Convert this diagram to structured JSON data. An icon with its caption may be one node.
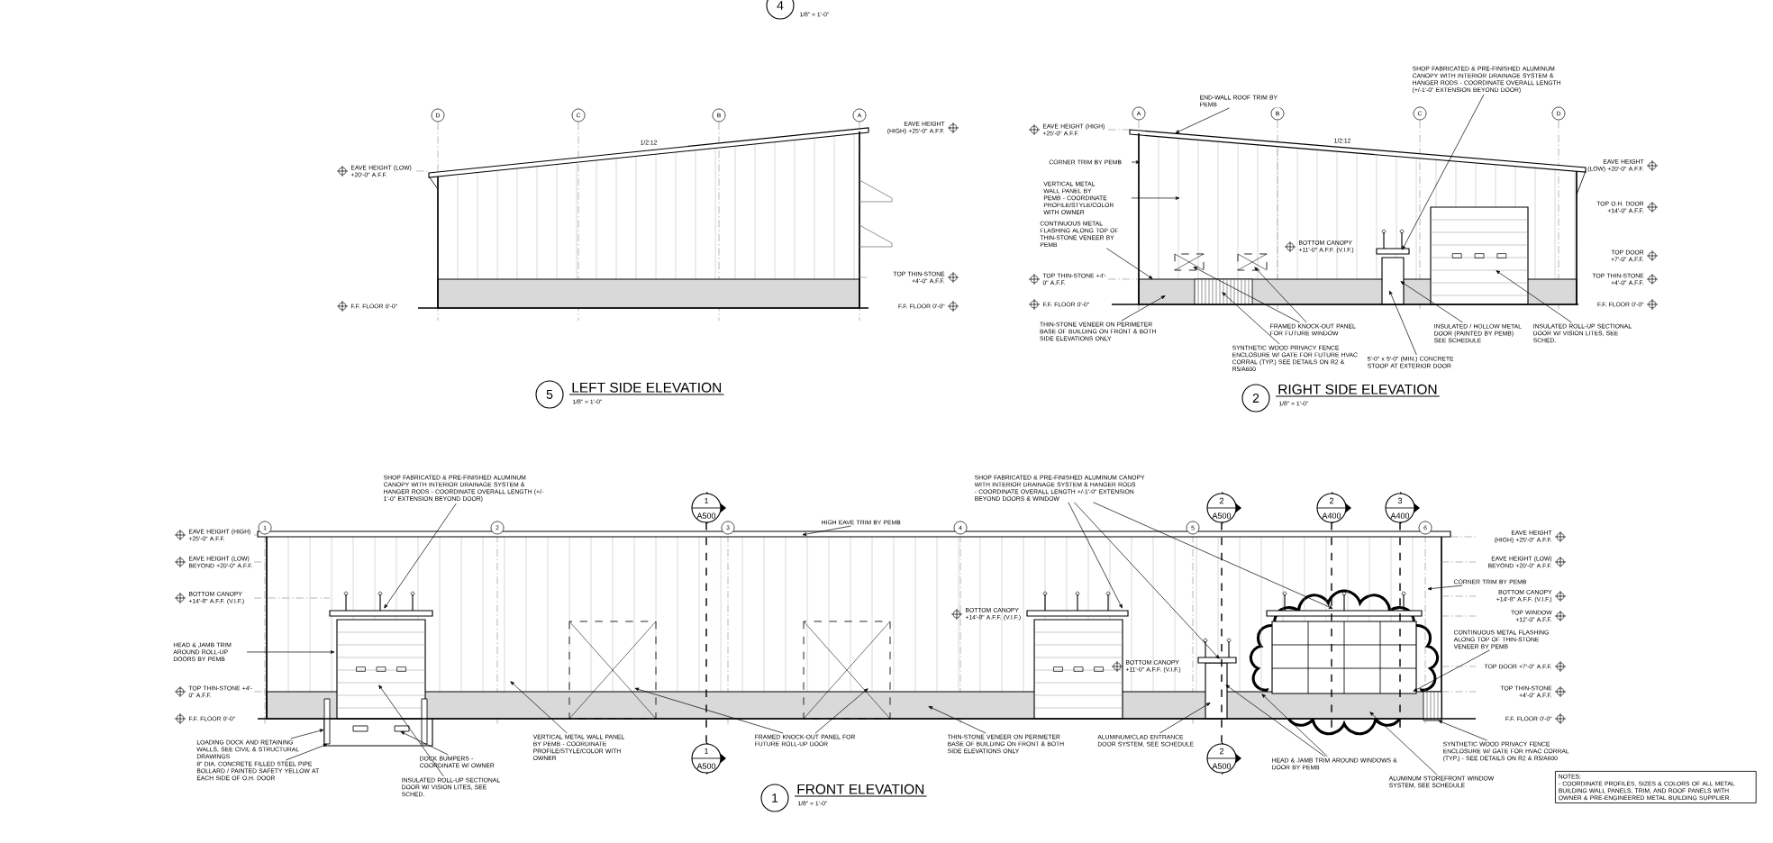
{
  "diagram": {
    "nodes": [
      {
        "text": [
          "END-WALL ROOF TRIM BY PEMB"
        ]
      },
      {
        "text": [
          "SHOP FABRICATED & PRE-FINISHED ALUMINUM CANOPY WITH INTERIOR DRAINAGE SYSTEM & HANGER RODS - COORDINATE OVERALL LENGTH (+/-1'-0\" EXTENSION BEYOND DOOR)"
        ]
      },
      {
        "text": [
          "CORNER TRIM BY PEMB"
        ]
      },
      {
        "text": [
          "VERTICAL METAL WALL PANEL BY PEMB - COORDINATE PROFILE/STYLE/COLOR WITH OWNER"
        ]
      },
      {
        "text": [
          "CONTINUOUS METAL FLASHING ALONG TOP OF THIN-STONE VENEER BY PEMB"
        ]
      },
      {
        "text": [
          "THIN-STONE VENEER ON PERIMETER BASE OF BUILDING ON FRONT & BOTH SIDE ELEVATIONS ONLY"
        ]
      },
      {
        "text": [
          "FRAMED KNOCK-OUT PANEL FOR FUTURE WINDOW"
        ]
      },
      {
        "text": [
          "SYNTHETIC WOOD PRIVACY FENCE ENCLOSURE W/ GATE FOR FUTURE HVAC CORRAL (TYP.) SEE DETAILS ON R2 & R5/A600"
        ]
      },
      {
        "text": [
          "INSULATED / HOLLOW METAL DOOR (PAINTED BY PEMB) SEE SCHEDULE"
        ]
      },
      {
        "text": [
          "5'-0\" x 5'-0\" (MIN.) CONCRETE STOOP AT EXTERIOR DOOR"
        ]
      },
      {
        "text": [
          "INSULATED ROLL-UP SECTIONAL DOOR W/ VISION LITES, SEE SCHED."
        ]
      },
      {
        "text": [
          "SHOP FABRICATED & PRE-FINISHED ALUMINUM CANOPY WITH INTERIOR DRAINAGE SYSTEM & HANGER RODS - COORDINATE OVERALL LENGTH (+/-1'-0\" EXTENSION BEYOND DOOR)"
        ]
      },
      {
        "text": [
          "HEAD & JAMB TRIM AROUND ROLL-UP DOORS BY PEMB"
        ]
      },
      {
        "text": [
          "LOADING DOCK AND RETAINING WALLS, SEE CIVIL & STRUCTURAL DRAWINGS"
        ]
      },
      {
        "text": [
          "8\" DIA. CONCRETE FILLED STEEL PIPE BOLLARD / PAINTED SAFETY YELLOW AT EACH SIDE OF O.H. DOOR"
        ]
      },
      {
        "text": [
          "DOCK BUMPERS - COORDINATE W/ OWNER"
        ]
      },
      {
        "text": [
          "INSULATED ROLL-UP SECTIONAL DOOR W/ VISION LITES, SEE SCHED."
        ]
      },
      {
        "text": [
          "VERTICAL METAL WALL PANEL BY PEMB - COORDINATE PROFILE/STYLE/COLOR WITH OWNER"
        ]
      },
      {
        "text": [
          "HIGH EAVE TRIM BY PEMB"
        ]
      },
      {
        "text": [
          "FRAMED KNOCK-OUT PANEL FOR FUTURE ROLL-UP DOOR"
        ]
      },
      {
        "text": [
          "SHOP FABRICATED & PRE-FINISHED ALUMINUM CANOPY WITH INTERIOR DRAINAGE SYSTEM & HANGER RODS - COORDINATE OVERALL LENGTH +/-1'-0\" EXTENSION BEYOND DOORS & WINDOW"
        ]
      },
      {
        "text": [
          "THIN-STONE VENEER ON PERIMETER BASE OF BUILDING ON FRONT & BOTH SIDE ELEVATIONS ONLY"
        ]
      },
      {
        "text": [
          "ALUMINUM/CLAD ENTRANCE DOOR SYSTEM, SEE SCHEDULE"
        ]
      },
      {
        "text": [
          "HEAD & JAMB TRIM AROUND WINDOWS & DOOR BY PEMB"
        ]
      },
      {
        "text": [
          "ALUMINUM STOREFRONT WINDOW SYSTEM, SEE SCHEDULE"
        ]
      },
      {
        "text": [
          "CORNER TRIM BY PEMB"
        ]
      },
      {
        "text": [
          "CONTINUOUS METAL FLASHING ALONG TOP OF THIN-STONE VENEER BY PEMB"
        ]
      },
      {
        "text": [
          "SYNTHETIC WOOD PRIVACY FENCE ENCLOSURE W/ GATE FOR HVAC CORRAL (TYP.) - SEE DETAILS ON R2 & R5/A600"
        ]
      },
      {
        "text": [
          "NOTES:",
          "- COORDINATE PROFILES, SIZES & COLORS OF ALL METAL BUILDING WALL PANELS, TRIM, AND ROOF PANELS WITH OWNER & PRE-ENGINEERED METAL BUILDING SUPPLIER."
        ]
      }
    ],
    "edges": [
      {
        "from": 0,
        "to": null,
        "arrow": "to"
      },
      {
        "from": 1,
        "to": null,
        "arrow": "to"
      },
      {
        "from": 2,
        "to": null,
        "arrow": "to"
      },
      {
        "from": 3,
        "to": null,
        "arrow": "to"
      },
      {
        "from": 4,
        "to": null,
        "arrow": "to"
      },
      {
        "from": 5,
        "to": null,
        "arrow": "to"
      },
      {
        "from": 6,
        "to": null,
        "arrow": "to"
      },
      {
        "from": 6,
        "to": null,
        "arrow": "to"
      },
      {
        "from": 7,
        "to": null,
        "arrow": "to"
      },
      {
        "from": 8,
        "to": null,
        "arrow": "to"
      },
      {
        "from": 9,
        "to": null,
        "arrow": "to"
      },
      {
        "from": 10,
        "to": null,
        "arrow": "to"
      },
      {
        "from": 11,
        "to": null,
        "arrow": "to"
      },
      {
        "from": 12,
        "to": null,
        "arrow": "to"
      },
      {
        "from": 13,
        "to": null,
        "arrow": "to"
      },
      {
        "from": 14,
        "to": null,
        "arrow": "to"
      },
      {
        "from": 15,
        "to": null,
        "arrow": "to"
      },
      {
        "from": 16,
        "to": null,
        "arrow": "to"
      },
      {
        "from": 17,
        "to": null,
        "arrow": "to"
      },
      {
        "from": 18,
        "to": null,
        "arrow": "to"
      },
      {
        "from": 19,
        "to": null,
        "arrow": "to"
      },
      {
        "from": 19,
        "to": null,
        "arrow": "to"
      },
      {
        "from": 20,
        "to": null,
        "arrow": "to"
      },
      {
        "from": 20,
        "to": null,
        "arrow": "to"
      },
      {
        "from": 20,
        "to": null,
        "arrow": "to"
      },
      {
        "from": 21,
        "to": null,
        "arrow": "to"
      },
      {
        "from": 22,
        "to": null,
        "arrow": "to"
      },
      {
        "from": 23,
        "to": null,
        "arrow": "to"
      },
      {
        "from": 23,
        "to": null,
        "arrow": "to"
      },
      {
        "from": 24,
        "to": null,
        "arrow": "to"
      },
      {
        "from": 25,
        "to": null,
        "arrow": "to"
      },
      {
        "from": 26,
        "to": null,
        "arrow": "to"
      },
      {
        "from": 27,
        "to": null,
        "arrow": "to"
      }
    ],
    "labels": [
      "4",
      "1/8\" = 1'-0\"",
      "D",
      "C",
      "B",
      "A",
      "EAVE HEIGHT (HIGH) +25'-0\" A.F.F.",
      "1/2:12",
      "EAVE HEIGHT (LOW) +20'-0\" A.F.F.",
      "TOP THIN-STONE +4'-0\" A.F.F.",
      "F.F. FLOOR 0'-0\"",
      "F.F. FLOOR 0'-0\"",
      "5",
      "LEFT SIDE ELEVATION",
      "1/8\" = 1'-0\"",
      "A",
      "B",
      "C",
      "D",
      "EAVE HEIGHT (HIGH) +25'-0\" A.F.F.",
      "1/2:12",
      "EAVE HEIGHT (LOW) +20'-0\" A.F.F.",
      "TOP O.H. DOOR +14'-0\" A.F.F.",
      "BOTTOM CANOPY +11'-0\" A.F.F. (V.I.F.)",
      "TOP DOOR +7'-0\" A.F.F.",
      "TOP THIN-STONE +4'-0\" A.F.F.",
      "TOP THIN-STONE +4'-0\" A.F.F.",
      "F.F. FLOOR 0'-0\"",
      "F.F. FLOOR 0'-0\"",
      "2",
      "RIGHT SIDE ELEVATION",
      "1/8\" = 1'-0\"",
      "1",
      "A500",
      "1",
      "2",
      "3",
      "4",
      "5",
      "6",
      "2",
      "A500",
      "2",
      "A400",
      "3",
      "A400",
      "EAVE HEIGHT (HIGH) +25'-0\" A.F.F.",
      "EAVE HEIGHT (LOW) BEYOND +20'-0\" A.F.F.",
      "BOTTOM CANOPY +14'-8\" A.F.F. (V.I.F.)",
      "TOP THIN-STONE +4'-0\" A.F.F.",
      "F.F. FLOOR 0'-0\"",
      "BOTTOM CANOPY +14'-8\" A.F.F. (V.I.F.)",
      "BOTTOM CANOPY +11'-0\" A.F.F. (V.I.F.)",
      "EAVE HEIGHT (HIGH) +25'-0\" A.F.F.",
      "EAVE HEIGHT (LOW) BEYOND +20'-0\" A.F.F.",
      "BOTTOM CANOPY +14'-8\" A.F.F. (V.I.F.)",
      "TOP WINDOW +12'-0\" A.F.F.",
      "TOP DOOR +7'-0\" A.F.F.",
      "TOP THIN-STONE +4'-0\" A.F.F.",
      "F.F. FLOOR 0'-0\"",
      "1",
      "A500",
      "2",
      "A500",
      "1",
      "FRONT ELEVATION",
      "1/8\" = 1'-0\""
    ]
  }
}
